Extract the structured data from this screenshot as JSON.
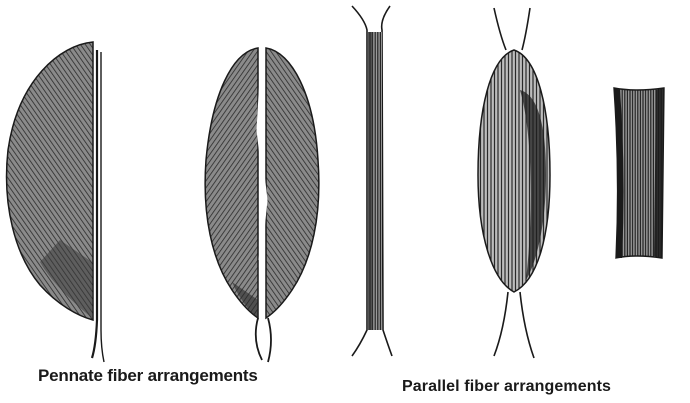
{
  "captions": {
    "pennate": "Pennate fiber arrangements",
    "parallel": "Parallel fiber arrangements"
  },
  "colors": {
    "ink": "#1a1a1a",
    "fill_dark": "#3a3a3a",
    "fill_mid": "#6e6e6e",
    "fill_light": "#9a9a9a",
    "paper": "#ffffff"
  },
  "figures": [
    {
      "group": "pennate",
      "name": "unipennate-muscle"
    },
    {
      "group": "pennate",
      "name": "bipennate-muscle"
    },
    {
      "group": "parallel",
      "name": "strap-muscle"
    },
    {
      "group": "parallel",
      "name": "fusiform-muscle"
    },
    {
      "group": "parallel",
      "name": "quadrate-muscle"
    }
  ]
}
